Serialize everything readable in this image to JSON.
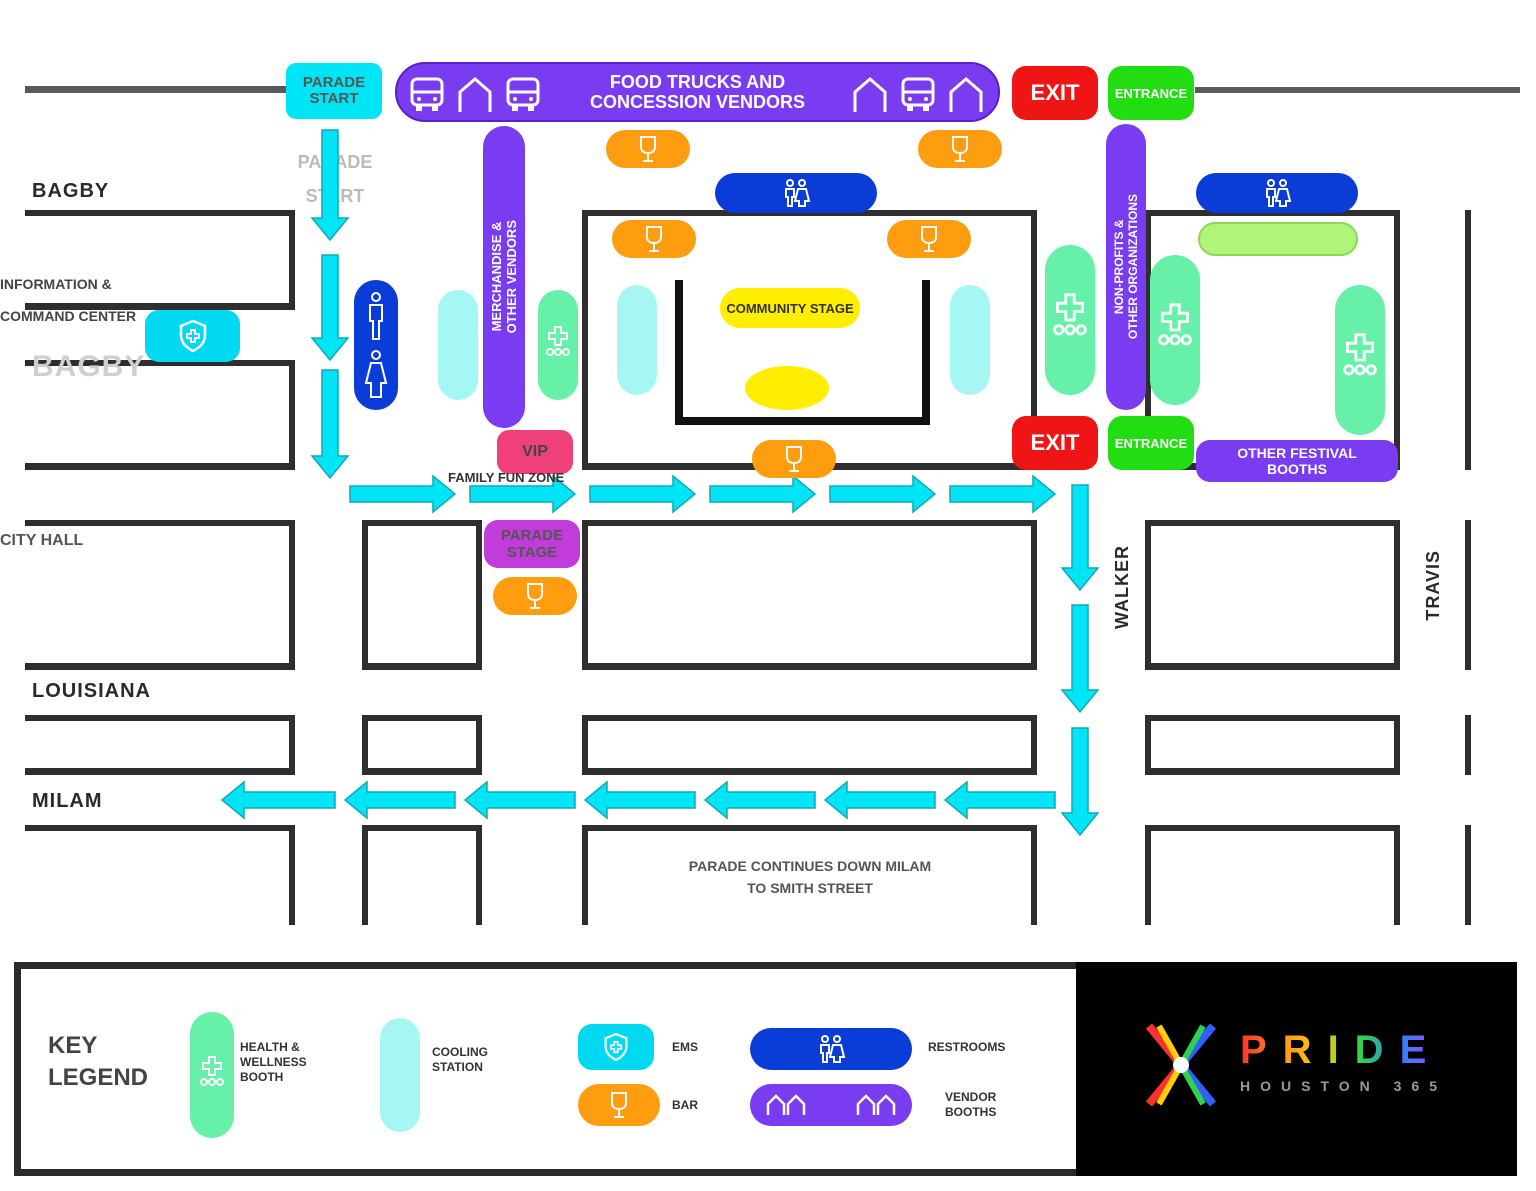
{
  "colors": {
    "route": "#00e5f5",
    "food": "#7a3cf0",
    "exit": "#f01515",
    "entrance": "#22dd11",
    "restroom": "#0a3cd8",
    "beer": "#ff9d10",
    "medical": "#00d9f0",
    "vip": "#f0407a",
    "parade_stage": "#c23cdc",
    "community_stage": "#ffee00",
    "health": "#66f0a8",
    "cooling": "#a6f7f3"
  },
  "header": {
    "parade_start": "PARADE START",
    "food_trucks": "FOOD TRUCKS AND\nCONCESSION VENDORS",
    "exit_top": "EXIT",
    "entrance_top": "ENTRANCE",
    "exit_mid": "EXIT",
    "entrance_mid": "ENTRANCE"
  },
  "zones": {
    "merchandise": "MERCHANDISE &\nOTHER VENDORS",
    "nonprofits": "NON-PROFITS &\nOTHER ORGANIZATIONS",
    "community_stage": "COMMUNITY STAGE",
    "vip": "VIP",
    "family_fun_zone": "FAMILY FUN ZONE",
    "parade_stage": "PARADE STAGE",
    "other_festival_booths": "OTHER FESTIVAL\nBOOTHS",
    "information_center": "INFORMATION &\nCOMMAND CENTER",
    "parade_start_ghost": "PARADE\nSTART",
    "city_hall": "CITY HALL",
    "parade_continues": "PARADE CONTINUES DOWN MILAM\nTO SMITH STREET"
  },
  "streets": {
    "bagby": "BAGBY",
    "bagby2": "BAGBY",
    "walker": "WALKER",
    "louisiana": "LOUISIANA",
    "milam": "MILAM",
    "travis": "TRAVIS"
  },
  "legend": {
    "title": "KEY\nLEGEND",
    "health_label": "HEALTH &\nWELLNESS\nBOOTH",
    "cooling_label": "COOLING\nSTATION",
    "medical_label": "EMS",
    "beer_label": "BAR",
    "restroom_label": "RESTROOMS",
    "vendors_label": "VENDOR\nBOOTHS"
  },
  "brand": {
    "name": "PRIDE",
    "sub": "HOUSTON 365"
  },
  "icons": [
    "bus-icon",
    "tent-icon",
    "restroom-icon",
    "beer-cup-icon",
    "medical-shield-icon",
    "health-group-icon",
    "arrow-icon"
  ]
}
